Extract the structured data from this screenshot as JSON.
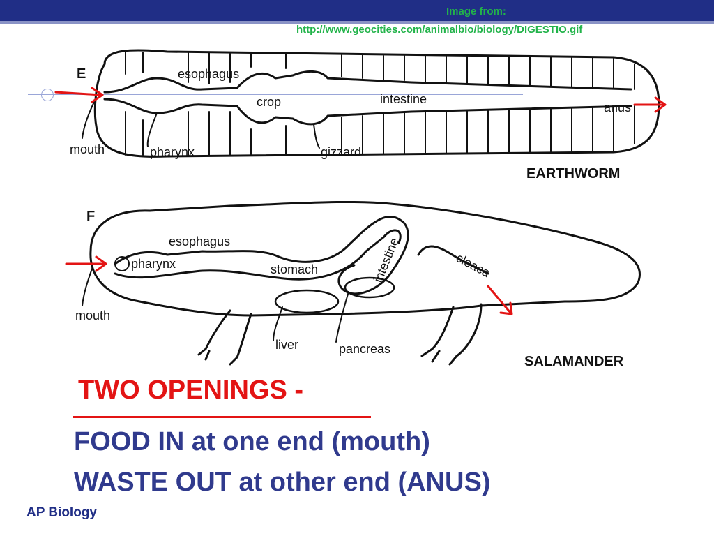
{
  "credit": {
    "line1": "Image from:",
    "line2": "http://www.geocities.com/animalbio/biology/DIGESTIO.gif"
  },
  "earthworm": {
    "panel_letter": "E",
    "title": "EARTHWORM",
    "labels": {
      "esophagus": "esophagus",
      "crop": "crop",
      "intestine": "intestine",
      "anus": "anus",
      "mouth": "mouth",
      "pharynx": "pharynx",
      "gizzard": "gizzard"
    }
  },
  "salamander": {
    "panel_letter": "F",
    "title": "SALAMANDER",
    "labels": {
      "esophagus": "esophagus",
      "pharynx": "pharynx",
      "stomach": "stomach",
      "intestine": "intestine",
      "cloaca": "cloaca",
      "mouth": "mouth",
      "liver": "liver",
      "pancreas": "pancreas"
    }
  },
  "text": {
    "heading": "TWO OPENINGS",
    "heading_dash": "-",
    "line1": "FOOD IN at one end (mouth)",
    "line2": "WASTE OUT at other end (ANUS)"
  },
  "footer": "AP Biology",
  "colors": {
    "header_bar": "#202e86",
    "credit_text": "#22b34a",
    "heading_red": "#e31414",
    "body_text": "#303a8d",
    "arrow_red": "#e31414"
  }
}
